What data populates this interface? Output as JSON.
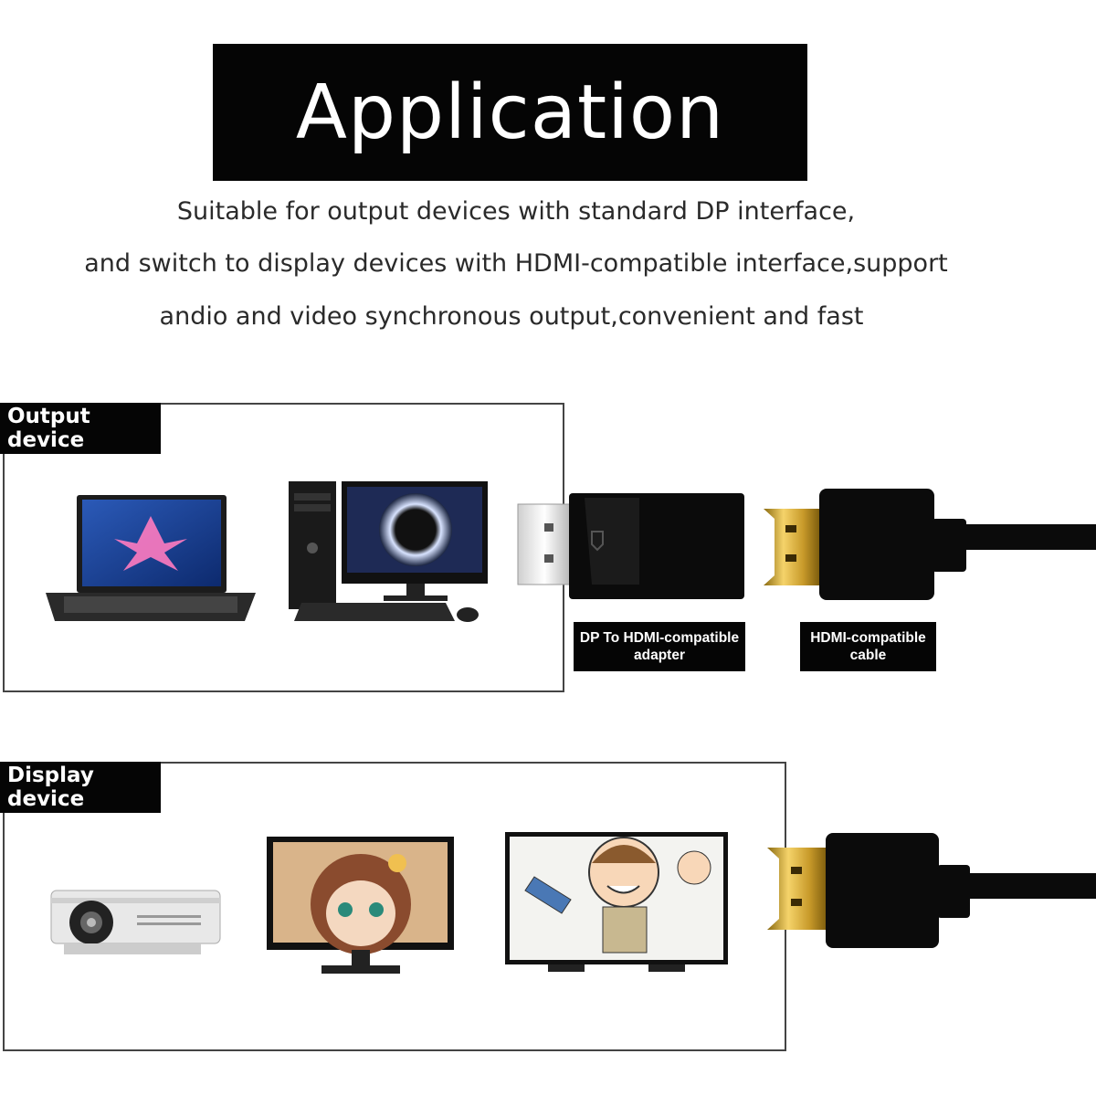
{
  "header": {
    "title": "Application"
  },
  "description": {
    "line1": "Suitable for output devices with standard DP interface,",
    "line2": "and switch to display devices with HDMI-compatible interface,support",
    "line3": "andio and video synchronous output,convenient and fast"
  },
  "output_section": {
    "label": "Output device"
  },
  "display_section": {
    "label": "Display device"
  },
  "adapter_caption": {
    "text": "DP To HDMI-compatible adapter"
  },
  "cable_caption": {
    "text": "HDMI-compatible cable"
  }
}
